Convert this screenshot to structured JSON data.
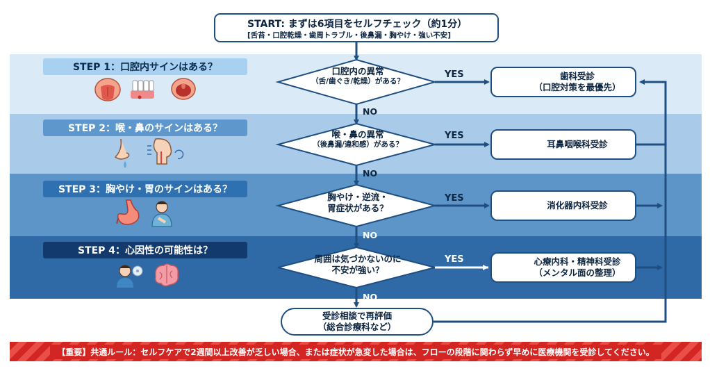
{
  "start": {
    "title": "START: まずは6項目をセルフチェック（約1分）",
    "subtitle": "[舌苔・口腔乾燥・歯周トラブル・後鼻漏・胸やけ・強い不安]"
  },
  "steps": [
    {
      "label": "STEP 1：口腔内サインはある？",
      "question_main": "口腔内の異常",
      "question_sub": "（舌/歯ぐき/乾燥）がある？",
      "yes": "YES",
      "no": "NO",
      "destination": [
        "歯科受診",
        "（口腔対策を最優先）"
      ],
      "icons": [
        "tongue-icon",
        "gums-icon",
        "dry-mouth-icon"
      ]
    },
    {
      "label": "STEP 2：喉・鼻のサインはある？",
      "question_main": "喉・鼻の異常",
      "question_sub": "（後鼻漏/違和感）がある？",
      "yes": "YES",
      "no": "NO",
      "destination": [
        "耳鼻咽喉科受診"
      ],
      "icons": [
        "nose-icon",
        "throat-icon"
      ]
    },
    {
      "label": "STEP 3：胸やけ・胃のサインはある？",
      "question_main": "胸やけ・逆流・",
      "question_sub": "胃症状がある？",
      "yes": "YES",
      "no": "NO",
      "destination": [
        "消化器内科受診"
      ],
      "icons": [
        "stomach-icon",
        "chest-pain-person-icon"
      ]
    },
    {
      "label": "STEP 4：心因性の可能性は？",
      "question_main": "周囲は気づかないのに",
      "question_sub": "不安が強い？",
      "yes": "YES",
      "no": "NO",
      "destination": [
        "心療内科・精神科受診",
        "（メンタル面の整理）"
      ],
      "icons": [
        "anxious-person-icon",
        "brain-icon"
      ]
    }
  ],
  "final": {
    "line1": "受診相談で再評価",
    "line2": "（総合診療科など）"
  },
  "rule": "【重要】共通ルール：セルフケアで2週間以上改善が乏しい場合、または症状が急変した場合は、フローの段階に関わらず早めに医療機関を受診してください。",
  "colors": {
    "navy": "#1f4f80",
    "band1": "#dbeaf7",
    "band2": "#a9cbe9",
    "band3": "#5d95c8",
    "band4": "#2f6aa6",
    "alert_red": "#d32521"
  }
}
